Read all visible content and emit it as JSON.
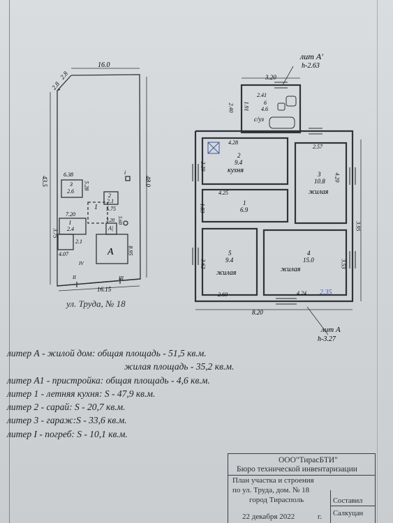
{
  "site_plan": {
    "dims": {
      "top": "16.0",
      "top_left_a": "2.8",
      "top_left_b": "2.8",
      "left": "43.5",
      "right": "48.0",
      "bottom": "16.15",
      "b1_w": "6.38",
      "b1_h": "5.28",
      "b3_w": "7.20",
      "b3_h": "3.75",
      "b3_side": "2.1",
      "b3_bottom": "4.07",
      "b2_w": "2.1",
      "a1_w": "3.20",
      "a1_h": "5.60",
      "a_right": "8.95",
      "kitchen_h": "5.75"
    },
    "labels": {
      "b1_top": "3",
      "b1_bot": "2.6",
      "b2_top": "2",
      "b2_bot": "2.1",
      "b3_top": "I",
      "b3_bot": "2.4",
      "a1": "А|",
      "a": "А",
      "kitchen": "1",
      "gate_roman1": "II",
      "gate_roman2": "III",
      "gate_roman3": "IV",
      "small_i": "i"
    },
    "caption": "ул. Труда, № 18"
  },
  "floor_plan": {
    "lit_top": "лит А'",
    "lit_top_h": "h-2.63",
    "lit_bottom": "лит А",
    "lit_bottom_h": "h-3.27",
    "dims": {
      "top_w": "3.20",
      "bath_w": "2.41",
      "bath_h_l": "2.40",
      "bath_h_r": "1.91",
      "kitchen_w": "4.28",
      "kitchen_h": "2.20",
      "room3_w": "2.57",
      "room3_h": "4.20",
      "room1_w": "4.25",
      "room1_h": "1.83",
      "room5_w": "2.60",
      "room5_h": "3.62",
      "room4_w": "4.24",
      "room4_h": "3.53",
      "right_total": "3.95",
      "bottom_total": "8.20",
      "blue_note": "2.35"
    },
    "rooms": {
      "bath_num": "6",
      "bath_area": "4.6",
      "bath_name": "с/уз",
      "kitchen_num": "2",
      "kitchen_area": "9.4",
      "kitchen_name": "кухня",
      "room3_num": "3",
      "room3_area": "10.8",
      "room3_name": "жилая",
      "room1_num": "1",
      "room1_area": "6.9",
      "room5_num": "5",
      "room5_area": "9.4",
      "room5_name": "жилая",
      "room4_num": "4",
      "room4_area": "15.0",
      "room4_name": "жилая"
    }
  },
  "legend": [
    "литер А - жилой дом: общая площадь - 51,5 кв.м.",
    "жилая площадь - 35,2 кв.м.",
    "литер А1 - пристройка: общая площадь - 4,6 кв.м.",
    "литер 1 - летняя кухня: S - 47,9 кв.м.",
    "литер 2 - сарай: S - 20,7 кв.м.",
    "литер 3 - гараж:S - 33,6 кв.м.",
    "литер I - погреб: S - 10,1 кв.м."
  ],
  "stamp": {
    "org": "ООО\"ТирасБТИ\"",
    "bureau": "Бюро технической инвентаризации",
    "title1": "План участка и строения",
    "title2": "по ул. Труда, дом. № 18",
    "title3": "город Тирасполь",
    "made": "Составил",
    "date": "22   декабря   2022",
    "date_suffix": "г.",
    "name": "Салкуцан"
  }
}
